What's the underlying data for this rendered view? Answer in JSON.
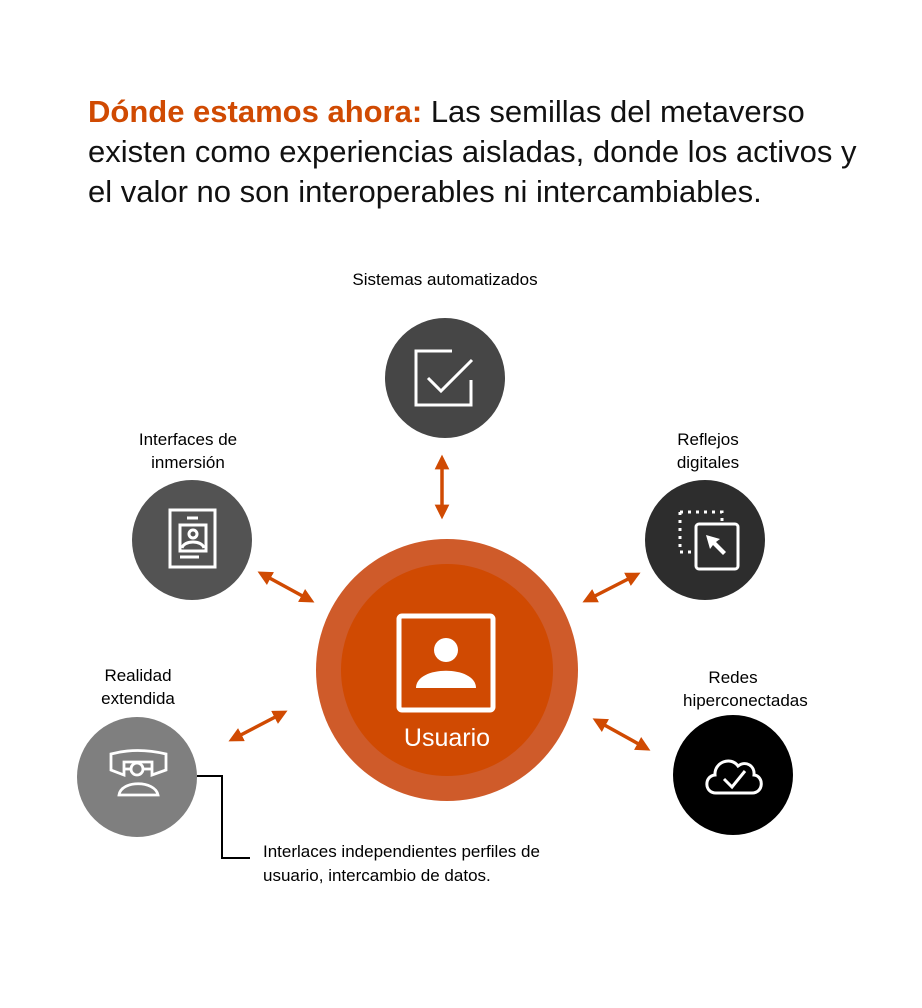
{
  "title": {
    "highlight": "Dónde estamos ahora:",
    "text": " Las semillas del metaverso existen como experiencias aisladas, donde los activos y el valor no son interoperables ni intercambiables."
  },
  "center": {
    "label": "Usuario",
    "icon": "user-profile-icon"
  },
  "nodes": [
    {
      "label": "Sistemas automatizados",
      "icon": "checkbox-icon"
    },
    {
      "label": "Interfaces de inmersión",
      "icon": "id-badge-icon"
    },
    {
      "label": "Reflejos digitales",
      "icon": "cursor-select-icon"
    },
    {
      "label": "Realidad extendida",
      "icon": "vr-headset-icon"
    },
    {
      "label": "Redes hiperconectadas",
      "icon": "cloud-check-icon"
    }
  ],
  "note": "Interlaces independientes perfiles de usuario, intercambio de datos.",
  "colors": {
    "accent": "#D04A02",
    "outer_ring": "#CF5B2A"
  }
}
